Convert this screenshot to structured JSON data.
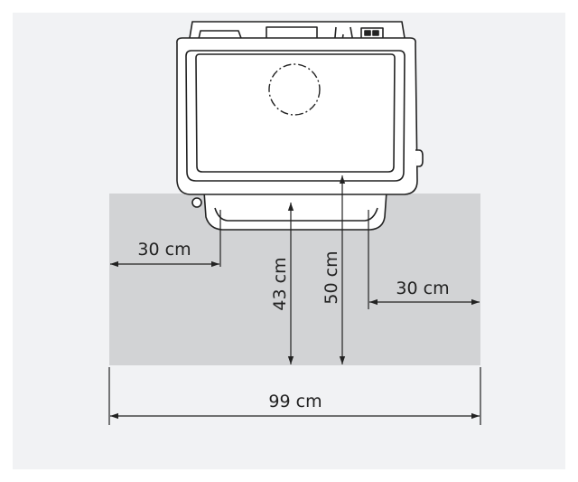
{
  "labels": {
    "left_clearance": "30 cm",
    "right_clearance": "30 cm",
    "depth_to_base": "43 cm",
    "depth_total": "50 cm",
    "total_width": "99 cm"
  },
  "colors": {
    "panel_background": "#f1f2f4",
    "clearance_zone": "#d2d3d5",
    "line": "#222222"
  }
}
